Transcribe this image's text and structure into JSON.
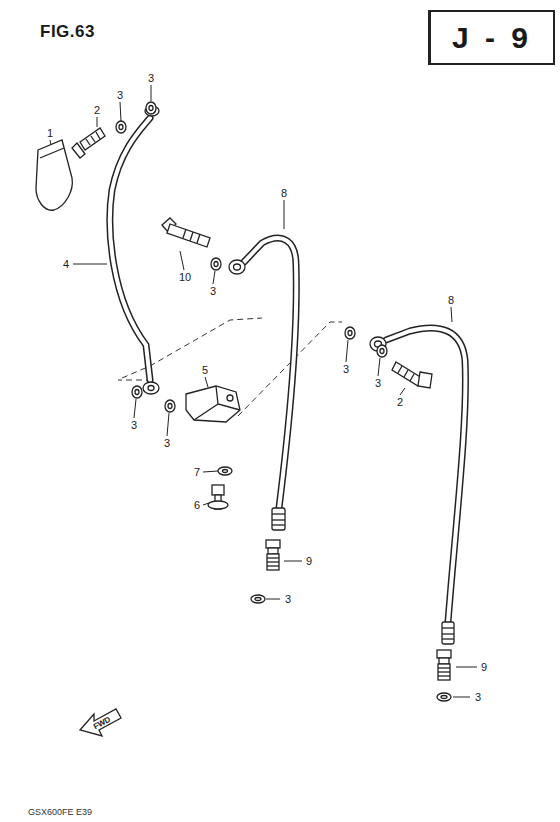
{
  "diagram": {
    "title": "FIG.63",
    "nodes": [
      {
        "text": [
          "J - 9"
        ]
      }
    ],
    "labels": [
      "1",
      "2",
      "3",
      "3",
      "4",
      "8",
      "10",
      "3",
      "5",
      "3",
      "3",
      "2",
      "8",
      "3",
      "3",
      "7",
      "6",
      "9",
      "3",
      "9",
      "3",
      "FWD",
      "GSX600FE E39"
    ]
  }
}
